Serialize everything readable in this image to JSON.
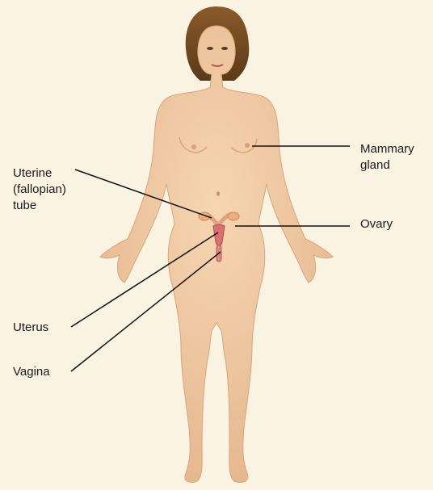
{
  "colors": {
    "background": "#fbf3e2",
    "skin": "#f0c9a0",
    "skin_shadow": "#dba981",
    "hair": "#6f4a22",
    "uterus": "#d9706e",
    "ovary": "#e9b07e",
    "leader_line": "#111111"
  },
  "labels": {
    "mammary": {
      "line1": "Mammary",
      "line2": "gland"
    },
    "ovary": {
      "text": "Ovary"
    },
    "tube": {
      "line1": "Uterine",
      "line2": "(fallopian)",
      "line3": "tube"
    },
    "uterus": {
      "text": "Uterus"
    },
    "vagina": {
      "text": "Vagina"
    }
  }
}
